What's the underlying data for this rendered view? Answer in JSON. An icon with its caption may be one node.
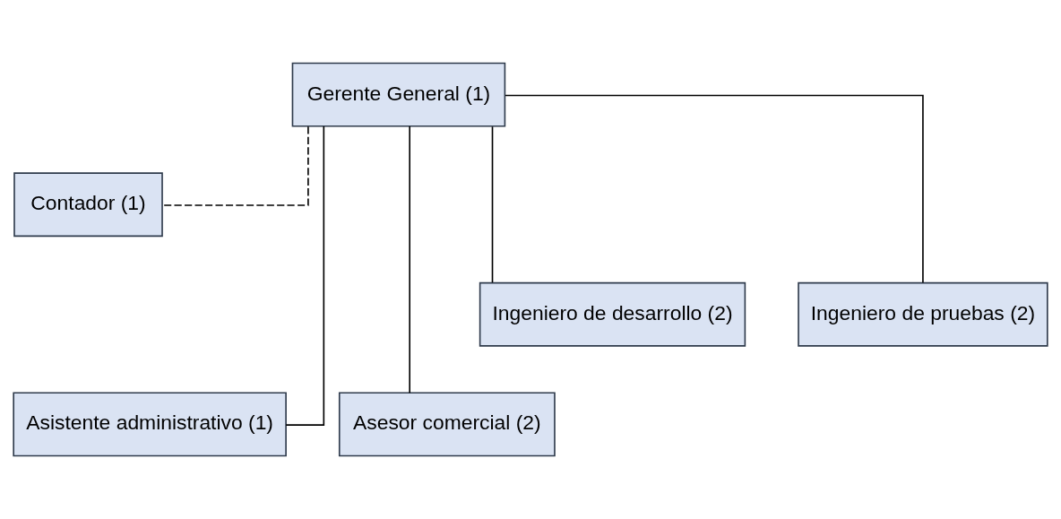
{
  "diagram": {
    "nodes": [
      {
        "text": [
          "Gerente General (1)"
        ]
      },
      {
        "text": [
          "Contador (1)"
        ]
      },
      {
        "text": [
          "Asistente administrativo (1)"
        ]
      },
      {
        "text": [
          "Asesor comercial (2)"
        ]
      },
      {
        "text": [
          "Ingeniero de desarrollo (2)"
        ]
      },
      {
        "text": [
          "Ingeniero de pruebas (2)"
        ]
      }
    ],
    "edges": [
      {
        "from": 0,
        "to": 1,
        "arrow": "none",
        "style": "dashed"
      },
      {
        "from": 0,
        "to": 2,
        "arrow": "none"
      },
      {
        "from": 0,
        "to": 3,
        "arrow": "none"
      },
      {
        "from": 0,
        "to": 4,
        "arrow": "none"
      },
      {
        "from": 0,
        "to": 5,
        "arrow": "none"
      }
    ]
  }
}
